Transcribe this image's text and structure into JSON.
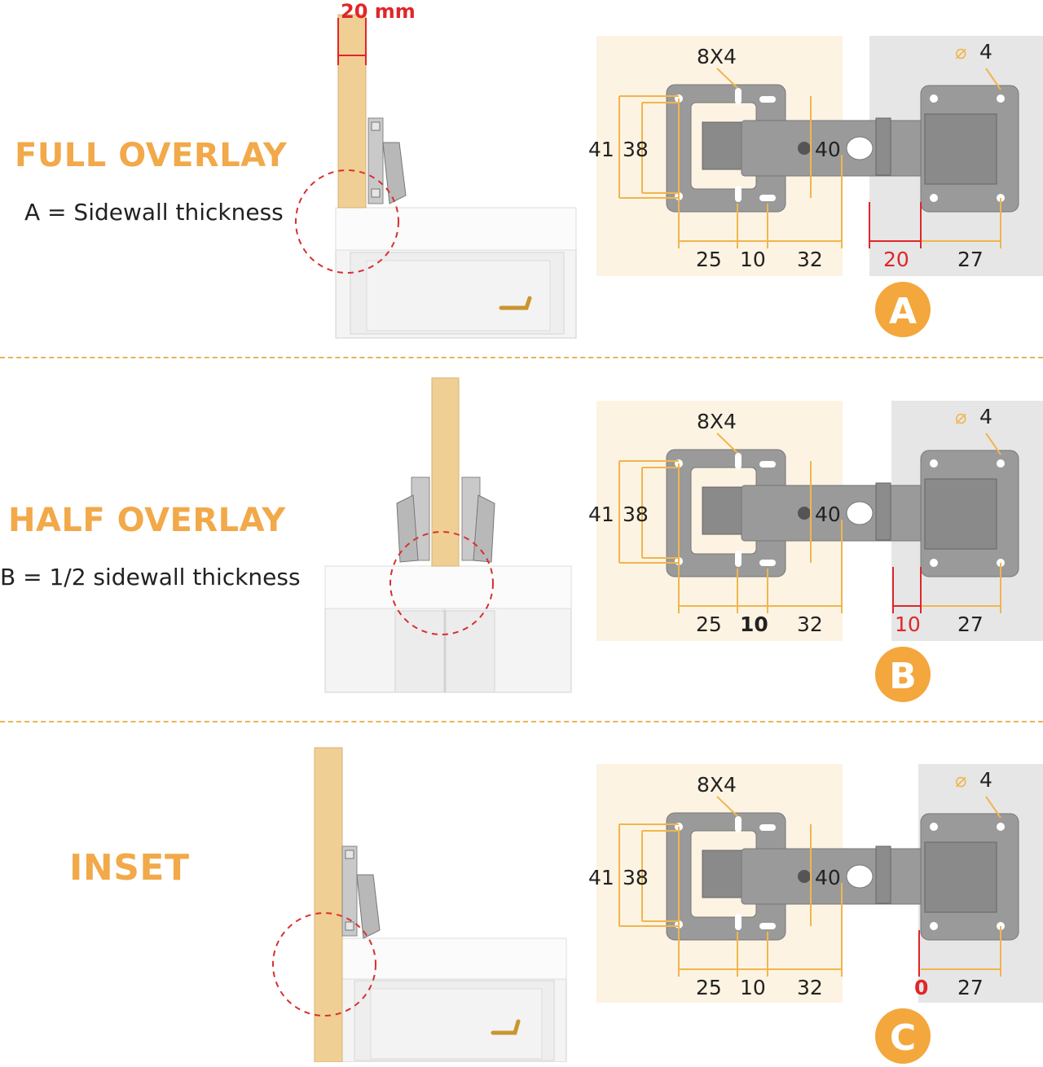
{
  "colors": {
    "accent_orange": "#f2a94a",
    "dimension_line": "#f0b64c",
    "highlight_red": "#e0262a",
    "hinge_gray": "#9a9a9a",
    "panel_cream": "#fdf3e3",
    "panel_gray": "#e6e6e6",
    "wood": "#f0cf95"
  },
  "icons": [
    "circle-highlight-icon",
    "diameter-symbol-icon",
    "screw-icon",
    "badge-letter-icon"
  ],
  "sections": [
    {
      "title": "FULL OVERLAY",
      "formula": "A = Sidewall thickness",
      "offset_label": "20 mm",
      "badge": "A",
      "dims": {
        "slot": "8X4",
        "hole": "4",
        "h_outer": "41",
        "h_inner": "38",
        "cup": "40",
        "w1": "25",
        "w2": "10",
        "w3": "32",
        "overlay": "20",
        "plate": "27"
      }
    },
    {
      "title": "HALF OVERLAY",
      "formula": "B = 1/2 sidewall thickness",
      "offset_label": "",
      "badge": "B",
      "dims": {
        "slot": "8X4",
        "hole": "4",
        "h_outer": "41",
        "h_inner": "38",
        "cup": "40",
        "w1": "25",
        "w2": "10",
        "w3": "32",
        "overlay": "10",
        "plate": "27"
      }
    },
    {
      "title": "INSET",
      "formula": "",
      "offset_label": "",
      "badge": "C",
      "dims": {
        "slot": "8X4",
        "hole": "4",
        "h_outer": "41",
        "h_inner": "38",
        "cup": "40",
        "w1": "25",
        "w2": "10",
        "w3": "32",
        "overlay": "0",
        "plate": "27"
      }
    }
  ]
}
